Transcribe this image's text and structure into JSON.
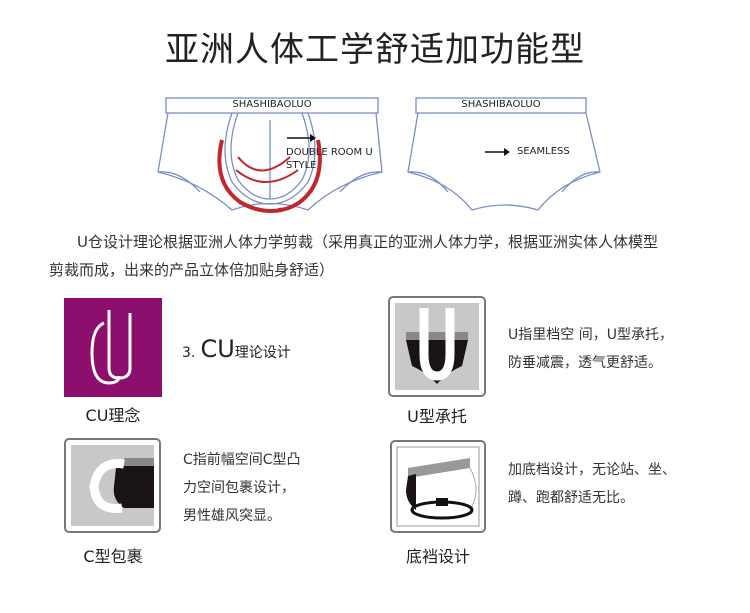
{
  "title": "亚洲人体工学舒适加功能型",
  "diagrams": {
    "left": {
      "brand": "SHASHIBAOLUO",
      "callout_line1": "DOUBLE ROOM U",
      "callout_line2": "STYLE"
    },
    "right": {
      "brand": "SHASHIBAOLUO",
      "callout": "SEAMLESS"
    }
  },
  "paragraph": {
    "line1": "U仓设计理论根据亚洲人体力学剪裁（采用真正的亚洲人体力学，根据亚洲实体人体模型",
    "line2": "剪裁而成，出来的产品立体倍加贴身舒适）"
  },
  "features": [
    {
      "label": "CU理念",
      "heading_num": "3.",
      "heading_big": "CU",
      "heading_small": "理论设计",
      "color": "#8c0f6e"
    },
    {
      "label": "U型承托",
      "lines": [
        "U指里档空 间，U型承托，",
        "防垂减震，透气更舒适。"
      ]
    },
    {
      "label": "C型包裹",
      "lines": [
        "C指前幅空间C型凸",
        "力空间包裹设计，",
        "男性雄风突显。"
      ]
    },
    {
      "label": "底裆设计",
      "lines": [
        "加底档设计，无论站、坐、",
        "蹲、跑都舒适无比。"
      ]
    }
  ]
}
